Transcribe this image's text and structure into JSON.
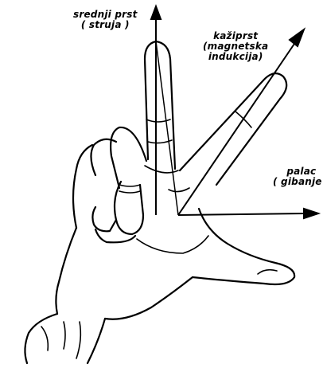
{
  "labels": {
    "middle_finger": {
      "name": "srednji prst",
      "meaning": "( struja )"
    },
    "index_finger": {
      "name": "kažiprst",
      "meaning_line1": "(magnetska",
      "meaning_line2": "indukcija)"
    },
    "thumb": {
      "name": "palac",
      "meaning": "( gibanje )"
    }
  },
  "colors": {
    "ink": "#000000",
    "paper": "#ffffff"
  }
}
